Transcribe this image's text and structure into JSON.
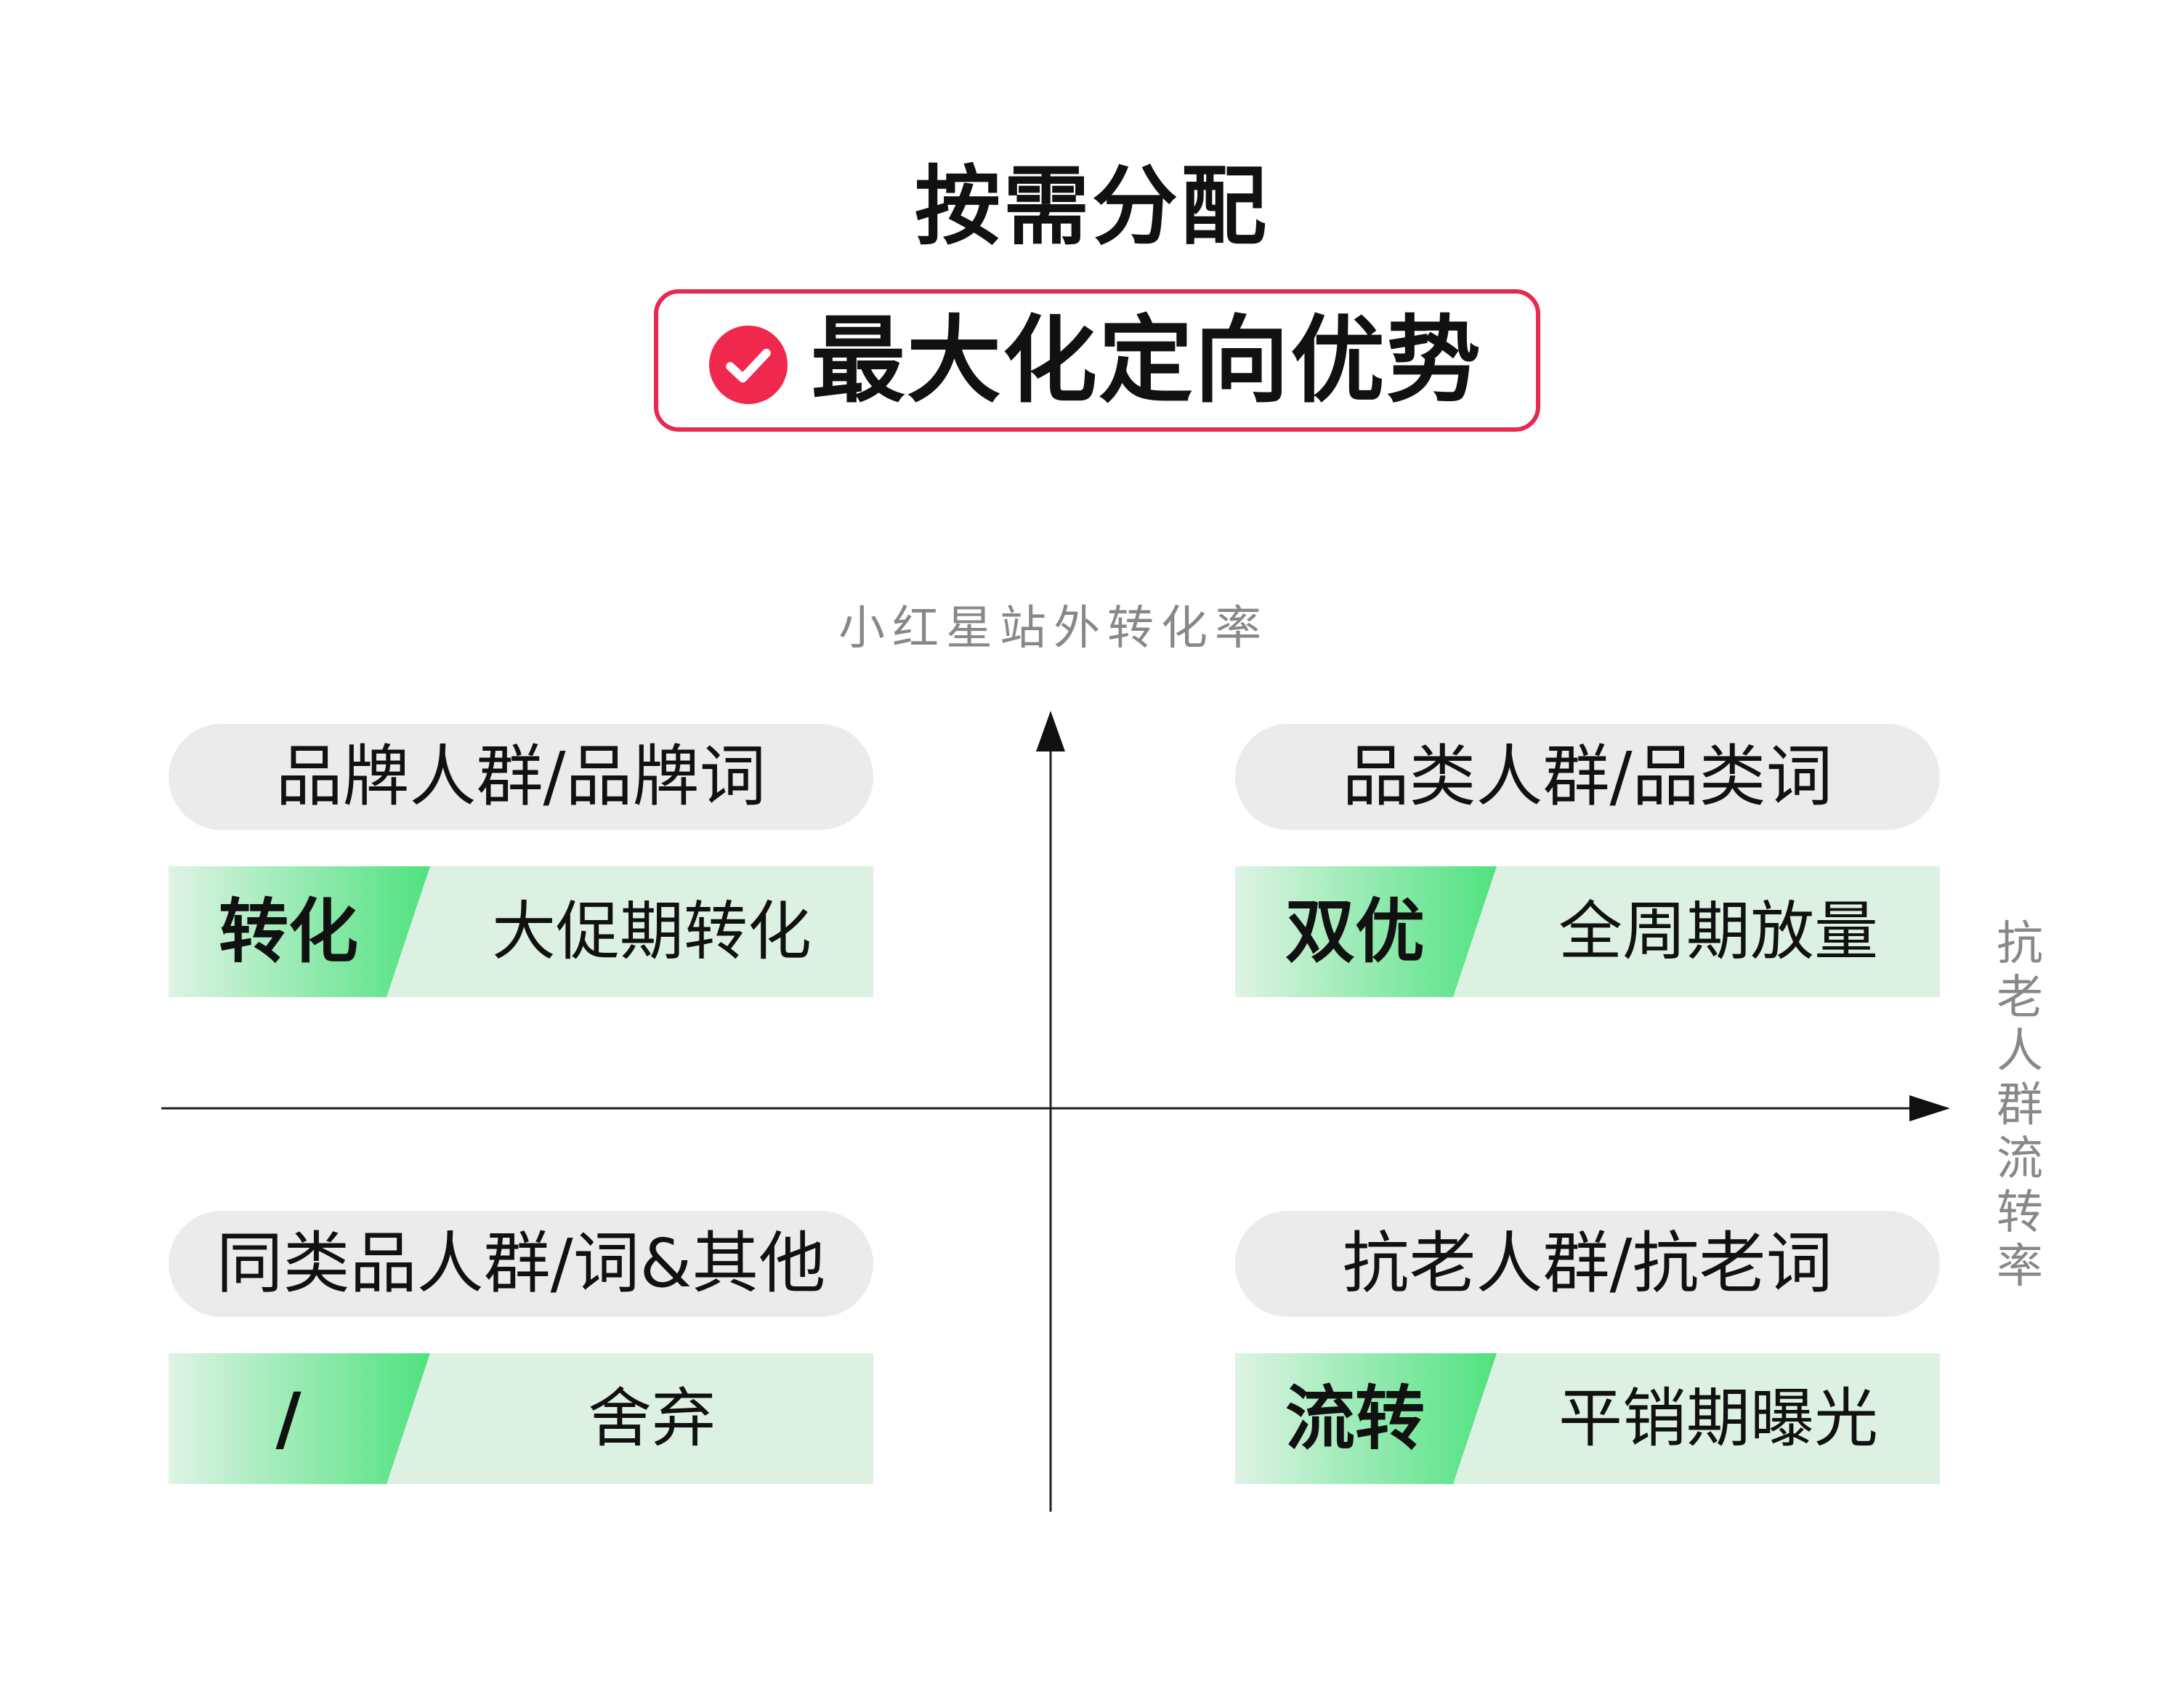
{
  "title": "按需分配",
  "badge": {
    "text": "最大化定向优势",
    "icon": "check-circle-icon",
    "border_color": "#e8294f",
    "icon_color": "#f0284e"
  },
  "axes": {
    "y_label": "小红星站外转化率",
    "x_label": "抗老人群流转率"
  },
  "colors": {
    "header_bg": "#ebebeb",
    "row_bg": "#dcf1e2",
    "tag_green_start": "#dff3e5",
    "tag_green_end": "#4fe27f"
  },
  "quadrants": {
    "top_left": {
      "header": "品牌人群/品牌词",
      "tag": "转化",
      "desc": "大促期转化"
    },
    "top_right": {
      "header": "品类人群/品类词",
      "tag": "双优",
      "desc": "全周期放量"
    },
    "bottom_left": {
      "header": "同类品人群/词&其他",
      "tag": "/",
      "desc": "舍弃"
    },
    "bottom_right": {
      "header": "抗老人群/抗老词",
      "tag": "流转",
      "desc": "平销期曝光"
    }
  }
}
